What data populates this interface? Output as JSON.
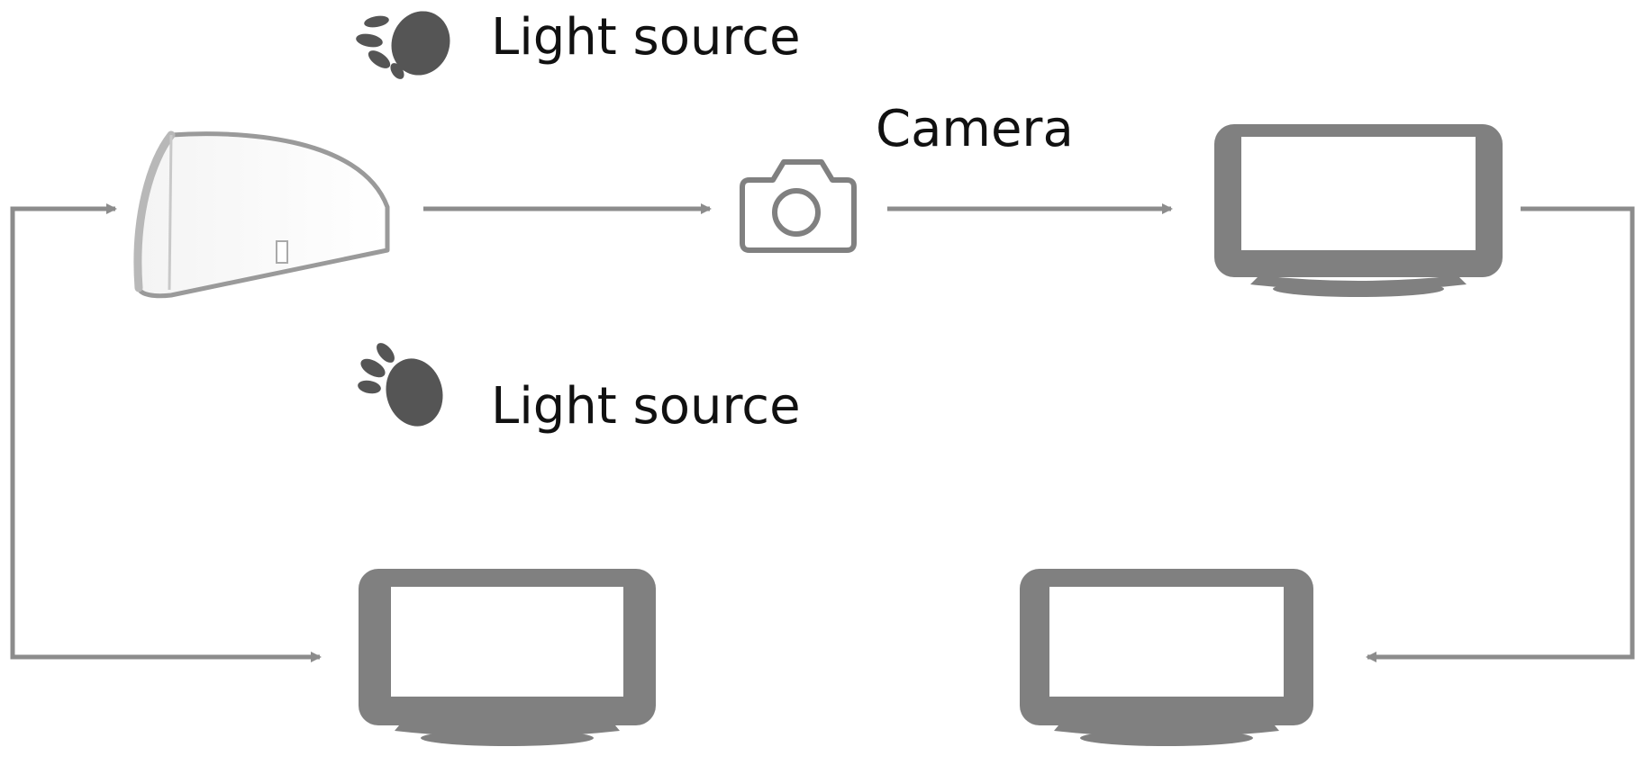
{
  "labels": {
    "light_source_top": "Light source",
    "camera": "Camera",
    "light_source_bottom": "Light source"
  },
  "colors": {
    "arrow": "#8c8c8c",
    "device": "#808080",
    "screen": "#ffffff",
    "icon_dark": "#555555",
    "text": "#111111"
  },
  "icons": [
    "light-source-icon",
    "camera-icon",
    "monitor-icon",
    "dome-light-device-icon"
  ]
}
